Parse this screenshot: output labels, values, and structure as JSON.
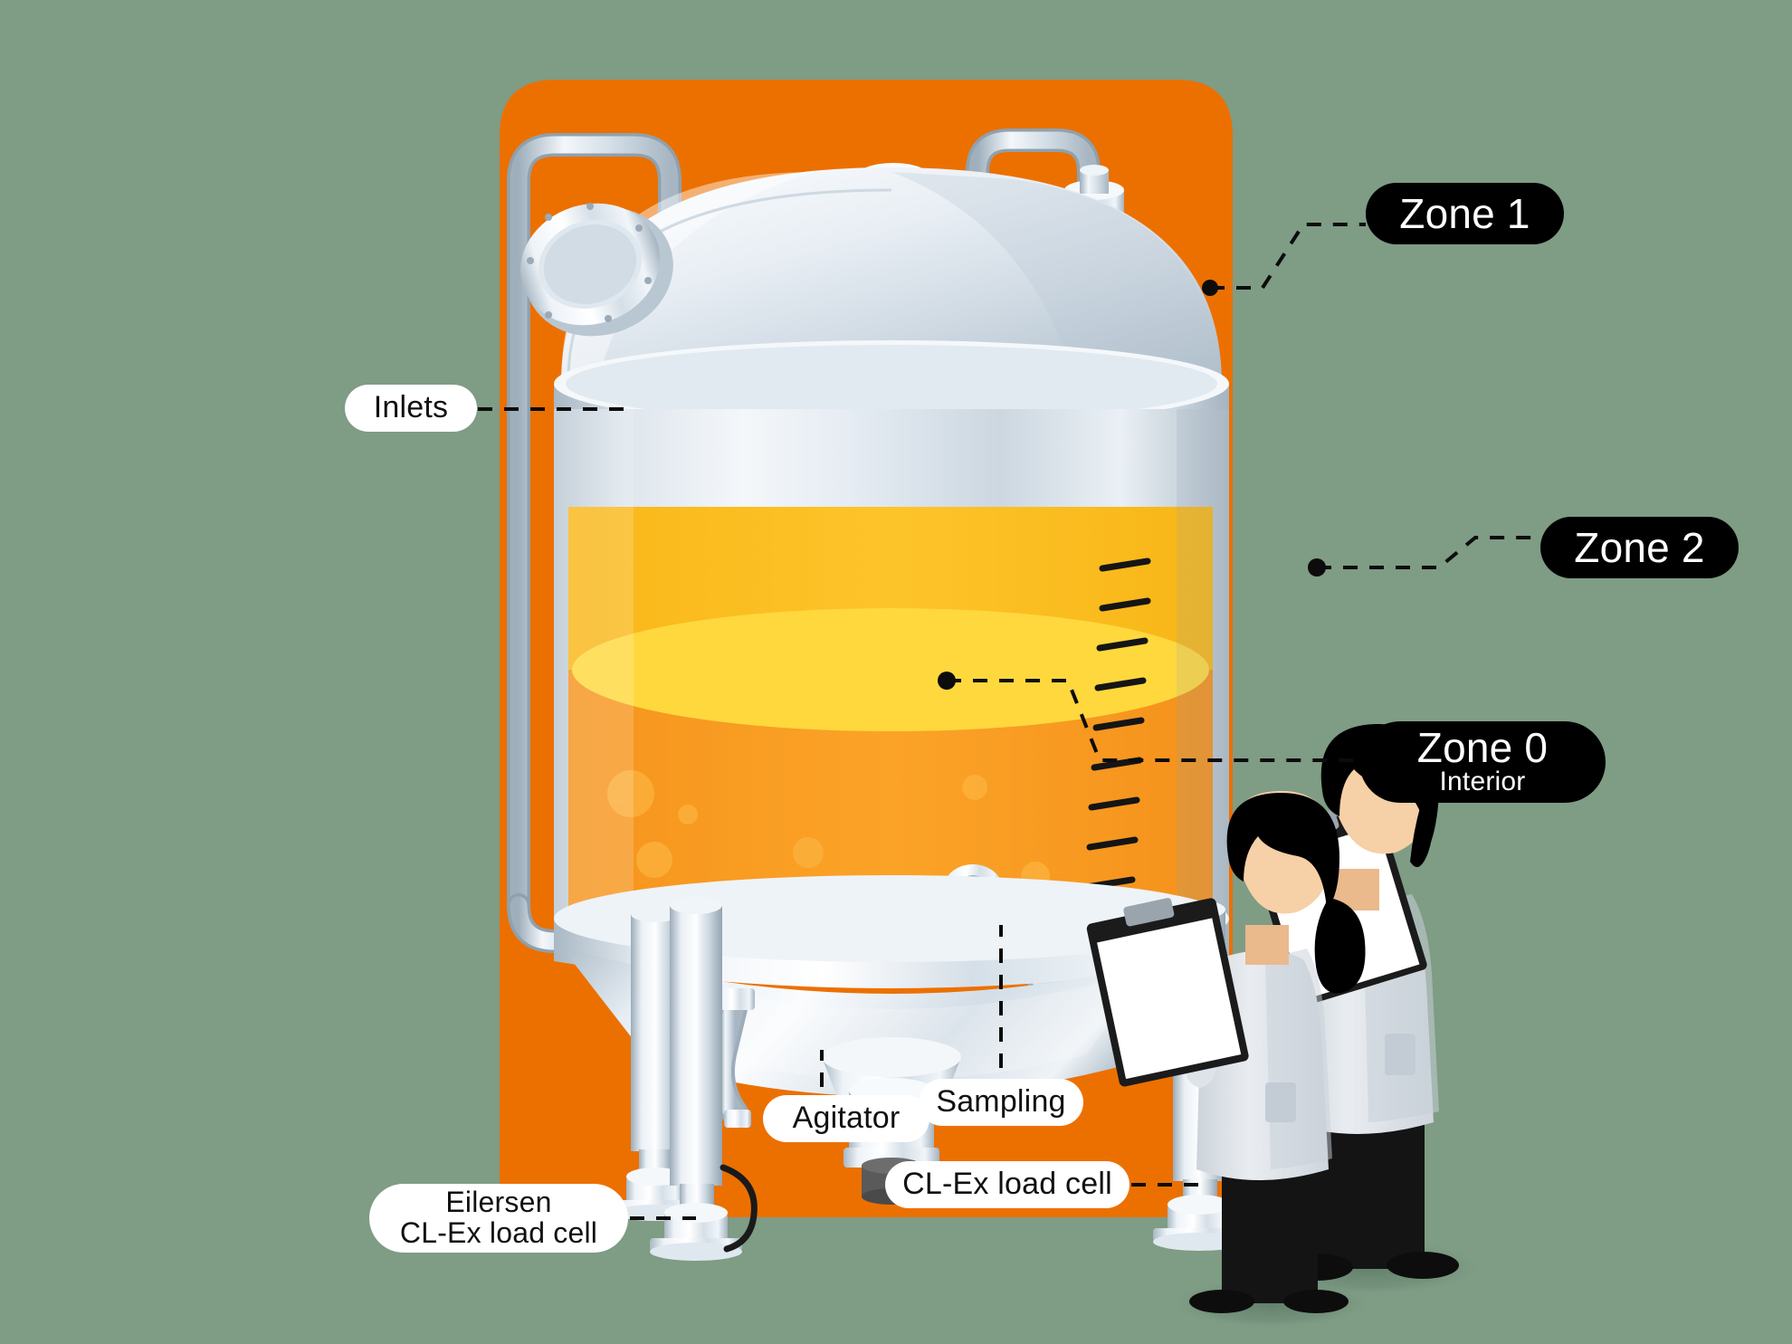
{
  "diagram": {
    "title": "ATEX hazardous-area zone classification of a stainless steel process vessel",
    "colors": {
      "background": "#7f9c85",
      "panel": "#ec7000",
      "badge_dark": "#000000",
      "badge_light": "#ffffff",
      "liquid_headspace": "#fcbe1e",
      "liquid_surface": "#ffd83d",
      "liquid_body": "#f89a1c",
      "steel_light": "#f2f5f8",
      "steel_mid": "#ccd5dd",
      "steel_dark": "#9fb0bd",
      "coat": "#dfe4ea",
      "hair": "#000000",
      "skin": "#f6d0a6",
      "trousers": "#1a1a1a"
    },
    "callouts": [
      {
        "id": "zone1",
        "style": "dark",
        "lines": [
          "Zone 1"
        ]
      },
      {
        "id": "zone2",
        "style": "dark",
        "lines": [
          "Zone 2"
        ]
      },
      {
        "id": "zone0",
        "style": "dark",
        "lines": [
          "Zone 0",
          "Interior"
        ]
      },
      {
        "id": "inlets",
        "style": "light",
        "lines": [
          "Inlets"
        ]
      },
      {
        "id": "agitator",
        "style": "light",
        "lines": [
          "Agitator"
        ]
      },
      {
        "id": "sampling",
        "style": "light",
        "lines": [
          "Sampling"
        ]
      },
      {
        "id": "clex",
        "style": "light",
        "lines": [
          "CL-Ex load cell"
        ]
      },
      {
        "id": "eilersen",
        "style": "light",
        "lines": [
          "Eilersen",
          "CL-Ex load cell"
        ]
      }
    ],
    "labels": {
      "zone1": "Zone 1",
      "zone2": "Zone 2",
      "zone0_line1": "Zone 0",
      "zone0_line2": "Interior",
      "inlets": "Inlets",
      "agitator": "Agitator",
      "sampling": "Sampling",
      "clex_load_cell": "CL-Ex load cell",
      "eilersen_line1": "Eilersen",
      "eilersen_line2": "CL-Ex load cell"
    },
    "vessel": {
      "graduation_marks": 11,
      "fill_level_fraction": 0.55,
      "fittings": [
        "manway-sight-glass",
        "top-nozzle-center",
        "top-nozzle-right",
        "vent-stack",
        "inlet-pipe-left",
        "inlet-pipe-right",
        "sampling-valve",
        "outlet-elbow",
        "agitator-drive"
      ],
      "legs": 3,
      "load_cells": 3
    },
    "people": [
      {
        "id": "technician-left",
        "hair": "ponytail",
        "holds": "clipboard"
      },
      {
        "id": "technician-right",
        "hair": "short",
        "holds": "clipboard"
      }
    ]
  }
}
